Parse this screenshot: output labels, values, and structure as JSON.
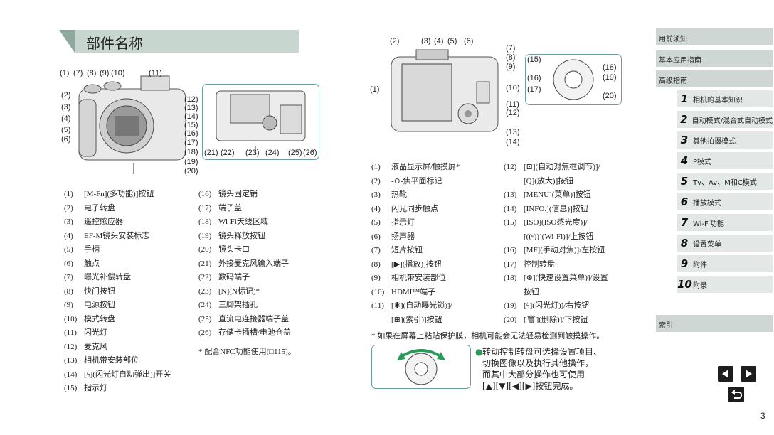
{
  "title": "部件名称",
  "front_labels": {
    "top": [
      "(1)",
      "(7)",
      "(8)",
      "(9)",
      "(10)",
      "(11)"
    ],
    "left": [
      "(2)",
      "(3)",
      "(4)",
      "(5)",
      "(6)"
    ],
    "right": [
      "(12)",
      "(13)",
      "(14)",
      "(15)",
      "(16)",
      "(17)",
      "(18)",
      "(19)",
      "(20)"
    ],
    "bottom": [
      "(21)",
      "(22)",
      "(23)",
      "(24)",
      "(25)",
      "(26)"
    ]
  },
  "back_labels": {
    "top": [
      "(2)",
      "(3)",
      "(4)",
      "(5)",
      "(6)"
    ],
    "left": [
      "(1)"
    ],
    "right": [
      "(7)",
      "(8)",
      "(9)",
      "(10)",
      "(11)",
      "(12)",
      "(13)",
      "(14)"
    ],
    "dial": [
      "(15)",
      "(16)",
      "(17)",
      "(18)",
      "(19)",
      "(20)"
    ]
  },
  "list1": [
    {
      "n": "(1)",
      "t": "[M-Fn](多功能)]按钮"
    },
    {
      "n": "(2)",
      "t": "电子转盘"
    },
    {
      "n": "(3)",
      "t": "遥控感应器"
    },
    {
      "n": "(4)",
      "t": "EF-M镜头安装标志"
    },
    {
      "n": "(5)",
      "t": "手柄"
    },
    {
      "n": "(6)",
      "t": "触点"
    },
    {
      "n": "(7)",
      "t": "曝光补偿转盘"
    },
    {
      "n": "(8)",
      "t": "快门按钮"
    },
    {
      "n": "(9)",
      "t": "电源按钮"
    },
    {
      "n": "(10)",
      "t": "模式转盘"
    },
    {
      "n": "(11)",
      "t": "闪光灯"
    },
    {
      "n": "(12)",
      "t": "麦克风"
    },
    {
      "n": "(13)",
      "t": "相机带安装部位"
    },
    {
      "n": "(14)",
      "t": "[ϟ](闪光灯自动弹出)]开关"
    },
    {
      "n": "(15)",
      "t": "指示灯"
    }
  ],
  "list2": [
    {
      "n": "(16)",
      "t": "镜头固定销"
    },
    {
      "n": "(17)",
      "t": "端子盖"
    },
    {
      "n": "(18)",
      "t": "Wi-Fi天线区域"
    },
    {
      "n": "(19)",
      "t": "镜头释放按钮"
    },
    {
      "n": "(20)",
      "t": "镜头卡口"
    },
    {
      "n": "(21)",
      "t": "外接麦克风输入端子"
    },
    {
      "n": "(22)",
      "t": "数码端子"
    },
    {
      "n": "(23)",
      "t": "[N](N标记)*"
    },
    {
      "n": "(24)",
      "t": "三脚架插孔"
    },
    {
      "n": "(25)",
      "t": "直流电连接器端子盖"
    },
    {
      "n": "(26)",
      "t": "存储卡插槽/电池仓盖"
    }
  ],
  "list2_note": "* 配合NFC功能使用(□115)。",
  "list3": [
    {
      "n": "(1)",
      "t": "液晶显示屏/触摸屏*"
    },
    {
      "n": "(2)",
      "t": "-⊖-焦平面标记"
    },
    {
      "n": "(3)",
      "t": "热靴"
    },
    {
      "n": "(4)",
      "t": "闪光同步触点"
    },
    {
      "n": "(5)",
      "t": "指示灯"
    },
    {
      "n": "(6)",
      "t": "扬声器"
    },
    {
      "n": "(7)",
      "t": "短片按钮"
    },
    {
      "n": "(8)",
      "t": "[▶](播放)]按钮"
    },
    {
      "n": "(9)",
      "t": "相机带安装部位"
    },
    {
      "n": "(10)",
      "t": "HDMI™端子"
    },
    {
      "n": "(11)",
      "t": "[✱](自动曝光锁)]/"
    },
    {
      "n": "",
      "t": "[⊞](索引)]按钮"
    }
  ],
  "list4": [
    {
      "n": "(12)",
      "t": "[⊡](自动对焦框调节)]/"
    },
    {
      "n": "",
      "t": "[Q](放大)]按钮"
    },
    {
      "n": "(13)",
      "t": "[MENU](菜单)]按钮"
    },
    {
      "n": "(14)",
      "t": "[INFO.](信息)]按钮"
    },
    {
      "n": "(15)",
      "t": "[ISO](ISO感光度)]/"
    },
    {
      "n": "",
      "t": "[((ᵠ))](Wi-Fi)]/上按钮"
    },
    {
      "n": "(16)",
      "t": "[MF](手动对焦)]/左按钮"
    },
    {
      "n": "(17)",
      "t": "控制转盘"
    },
    {
      "n": "(18)",
      "t": "[⊛](快速设置菜单)]/设置"
    },
    {
      "n": "",
      "t": "按钮"
    },
    {
      "n": "(19)",
      "t": "[ϟ](闪光灯)]/右按钮"
    },
    {
      "n": "(20)",
      "t": "[🗑](删除)]/下按钮"
    }
  ],
  "back_note": "* 如果在屏幕上粘贴保护膜，相机可能会无法轻易检测到触摸操作。",
  "dial_text": [
    "转动控制转盘可选择设置项目、",
    "切换图像以及执行其他操作，",
    "而其中大部分操作也可使用",
    "[▲][▼][◀][▶]按钮完成。"
  ],
  "sidebar": {
    "intro": "用前须知",
    "basic": "基本应用指南",
    "advanced": "高级指南",
    "chapters": [
      {
        "n": "1",
        "t": "相机的基本知识"
      },
      {
        "n": "2",
        "t": "自动模式/混合式自动模式"
      },
      {
        "n": "3",
        "t": "其他拍摄模式"
      },
      {
        "n": "4",
        "t": "P模式"
      },
      {
        "n": "5",
        "t": "Tv、Av、M和C模式"
      },
      {
        "n": "6",
        "t": "播放模式"
      },
      {
        "n": "7",
        "t": "Wi-Fi功能"
      },
      {
        "n": "8",
        "t": "设置菜单"
      },
      {
        "n": "9",
        "t": "附件"
      },
      {
        "n": "10",
        "t": "附录"
      }
    ],
    "index": "索引"
  },
  "page_number": "3",
  "colors": {
    "banner": "#c8d6d0",
    "sidebar_head": "#cfd7d4",
    "chapter_bg": "#e3e8e6",
    "dial_arrow": "#2a9a5a"
  }
}
